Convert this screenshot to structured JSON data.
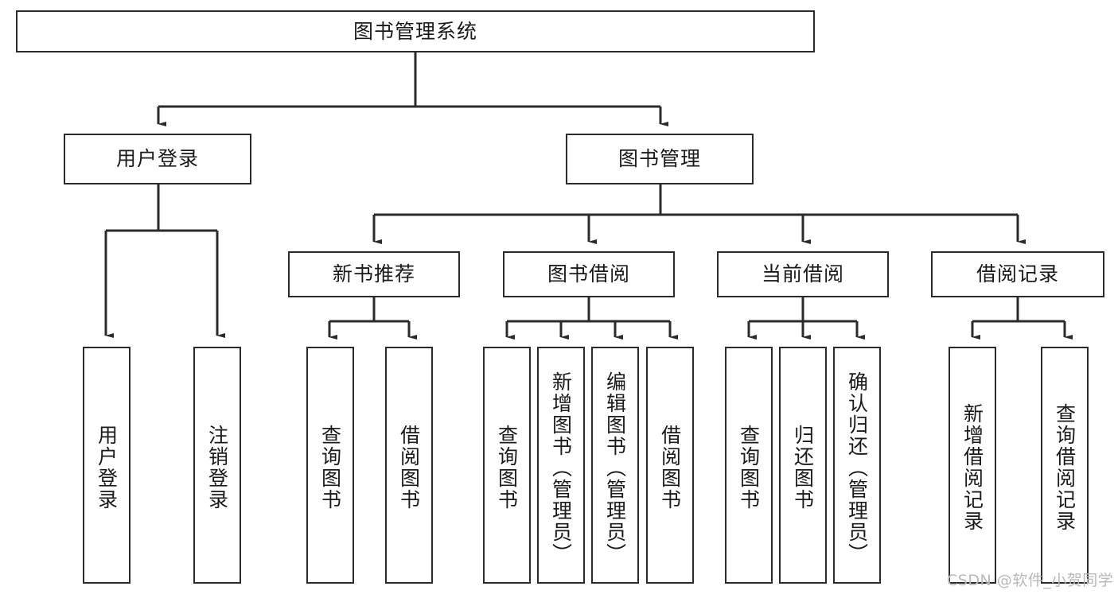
{
  "diagram": {
    "title": "图书管理系统",
    "watermark": "CSDN @软件_小贺同学",
    "colors": {
      "box_border": "#2b2b2b",
      "box_fill": "#ffffff",
      "wire": "#2b2b2b",
      "text": "#1a1a1a",
      "watermark": "#b9b9b9",
      "background": "#ffffff"
    },
    "root": {
      "label": "图书管理系统"
    },
    "level2": [
      {
        "label": "用户登录"
      },
      {
        "label": "图书管理"
      }
    ],
    "level3": [
      {
        "label": "新书推荐"
      },
      {
        "label": "图书借阅"
      },
      {
        "label": "当前借阅"
      },
      {
        "label": "借阅记录"
      }
    ],
    "leaves": {
      "user_login": [
        {
          "label": "用户登录"
        },
        {
          "label": "注销登录"
        }
      ],
      "new_book_recommend": [
        {
          "label": "查询图书"
        },
        {
          "label": "借阅图书"
        }
      ],
      "book_borrow": [
        {
          "label": "查询图书"
        },
        {
          "label": "新增图书（管理员）"
        },
        {
          "label": "编辑图书（管理员）"
        },
        {
          "label": "借阅图书"
        }
      ],
      "current_borrow": [
        {
          "label": "查询图书"
        },
        {
          "label": "归还图书"
        },
        {
          "label": "确认归还（管理员）"
        }
      ],
      "borrow_record": [
        {
          "label": "新增借阅记录"
        },
        {
          "label": "查询借阅记录"
        }
      ]
    }
  }
}
